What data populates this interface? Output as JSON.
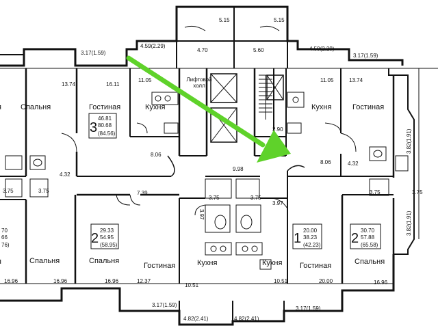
{
  "colors": {
    "walls": "#111111",
    "arrow": "#5fd22a",
    "background": "#ffffff"
  },
  "rooms": {
    "spalnya": "Спальня",
    "gostinaya": "Гостиная",
    "kukhnya": "Кухня",
    "lift_hall": "Лифтовой холл"
  },
  "dimensions": {
    "d515a": "5.15",
    "d515b": "5.15",
    "d470": "4.70",
    "d560": "5.60",
    "d459l": "4.59(2.29)",
    "d459r": "4.59(2.29)",
    "d317tl": "3.17(1.59)",
    "d317tr": "3.17(1.59)",
    "d1374l": "13.74",
    "d1374r": "13.74",
    "d1611": "16.11",
    "d1105l": "11.05",
    "d1105r": "11.05",
    "d290": "2.90",
    "d806l": "8.06",
    "d806r": "8.06",
    "d998": "9.98",
    "d432l": "4.32",
    "d432r": "4.32",
    "d739": "7.39",
    "d375a": "3.75",
    "d375b": "3.75",
    "d375c": "3.75",
    "d375d": "3.75",
    "d375e": "3.75",
    "d375f": "3.75",
    "d397l": "3.97",
    "d397r": "3.97",
    "d382a": "3.82(1.91)",
    "d382b": "3.82(1.91)",
    "d1696a": "16.96",
    "d1696b": "16.96",
    "d1696c": "16.96",
    "d1696d": "16.96",
    "d1237": "12.37",
    "d1051a": "10.51",
    "d1051b": "10.51",
    "d2000": "20.00",
    "d317bl": "3.17(1.59)",
    "d317br": "3.17(1.59)",
    "d482l": "4.82(2.41)",
    "d482r": "4.82(2.41)"
  },
  "apartments": {
    "a3": {
      "rooms": "3",
      "living": "46.81",
      "total": "80.68",
      "total_with_balcony": "(84.56)"
    },
    "a2l": {
      "rooms": "2",
      "living": "29.33",
      "total": "54.95",
      "total_with_balcony": "(58.95)"
    },
    "a1": {
      "rooms": "1",
      "living": "20.00",
      "total": "38.23",
      "total_with_balcony": "(42.23)"
    },
    "a2r": {
      "rooms": "2",
      "living": "30.70",
      "total": "57.88",
      "total_with_balcony": "(65.58)"
    },
    "a_edge": {
      "living": "70",
      "total": "66",
      "total_with_balcony": "76)"
    }
  },
  "arrow_icon": "arrow-icon"
}
